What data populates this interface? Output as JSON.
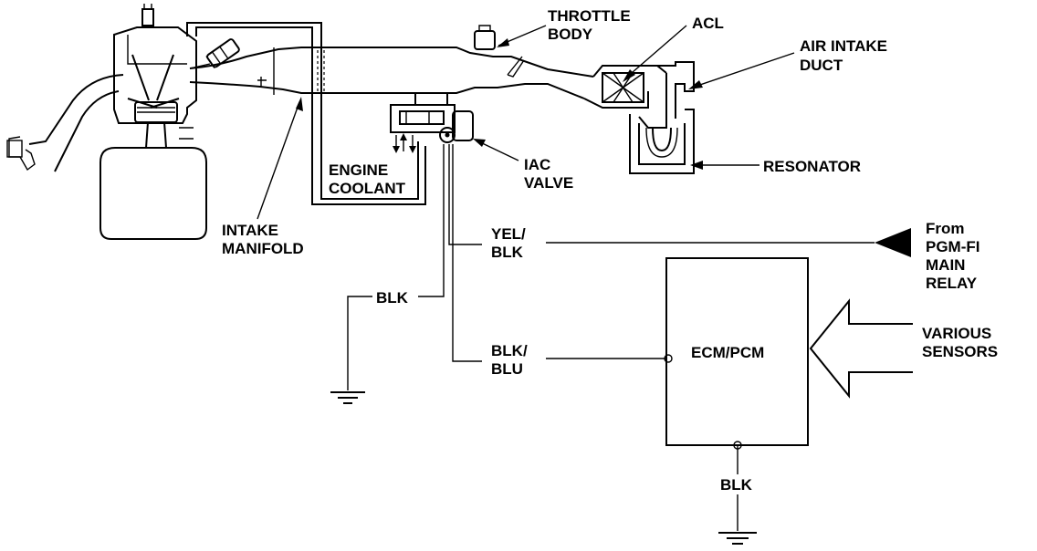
{
  "labels": {
    "throttle_body": [
      "THROTTLE",
      "BODY"
    ],
    "acl": "ACL",
    "air_intake_duct": [
      "AIR INTAKE",
      "DUCT"
    ],
    "engine_coolant": [
      "ENGINE",
      "COOLANT"
    ],
    "iac_valve": [
      "IAC",
      "VALVE"
    ],
    "resonator": "RESONATOR",
    "intake_manifold": [
      "INTAKE",
      "MANIFOLD"
    ],
    "wire_yel_blk": [
      "YEL/",
      "BLK"
    ],
    "from_pgm_fi": [
      "From",
      "PGM-FI",
      "MAIN",
      "RELAY"
    ],
    "wire_blk_left": "BLK",
    "wire_blk_blu": [
      "BLK/",
      "BLU"
    ],
    "ecm_pcm": "ECM/PCM",
    "various_sensors": [
      "VARIOUS",
      "SENSORS"
    ],
    "wire_blk_bottom": "BLK"
  },
  "colors": {
    "ink": "#000000",
    "paper": "#ffffff"
  }
}
